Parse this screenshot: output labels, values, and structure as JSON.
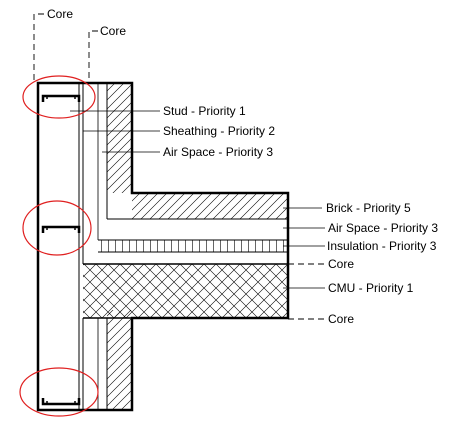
{
  "labels": {
    "core_top_left": "Core",
    "core_top_right": "Core",
    "stud": "Stud - Priority 1",
    "sheathing": "Sheathing - Priority 2",
    "air_space_1": "Air Space - Priority 3",
    "brick": "Brick - Priority 5",
    "air_space_2": "Air Space - Priority 3",
    "insulation": "Insulation - Priority 3",
    "core_mid": "Core",
    "cmu": "CMU - Priority 1",
    "core_bottom": "Core"
  },
  "colors": {
    "line": "#000000",
    "highlight": "#e02020",
    "background": "#ffffff"
  }
}
